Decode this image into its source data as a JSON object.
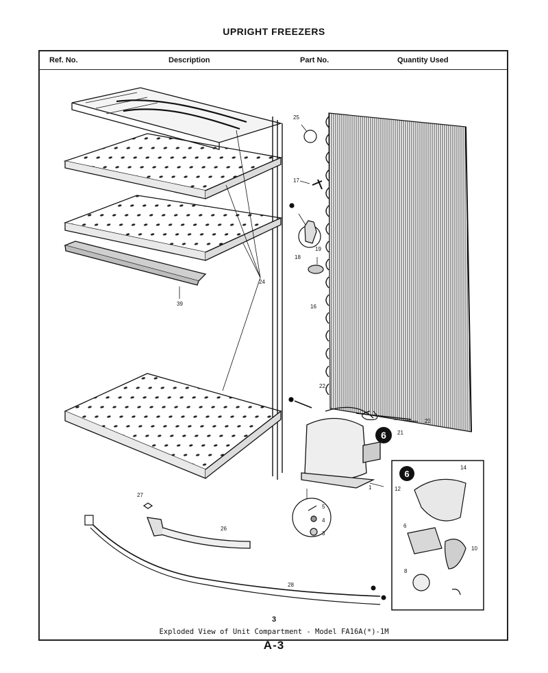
{
  "title": "UPRIGHT FREEZERS",
  "table_header": {
    "ref_no": "Ref. No.",
    "description": "Description",
    "part_no": "Part No.",
    "quantity_used": "Quantity Used"
  },
  "callouts": {
    "c1": "1",
    "c3": "3",
    "c4": "4",
    "c5": "5",
    "c6": "6",
    "c8": "8",
    "c10": "10",
    "c12": "12",
    "c14": "14",
    "c16": "16",
    "c17": "17",
    "c18": "18",
    "c19": "19",
    "c21": "21",
    "c22": "22",
    "c23": "23",
    "c24": "24",
    "c25": "25",
    "c26": "26",
    "c27": "27",
    "c28": "28",
    "c39": "39"
  },
  "detail_badge": "6",
  "figure_number": "3",
  "caption": "Exploded View of Unit Compartment - Model FA16A(*)-1M",
  "page_number": "A-3"
}
